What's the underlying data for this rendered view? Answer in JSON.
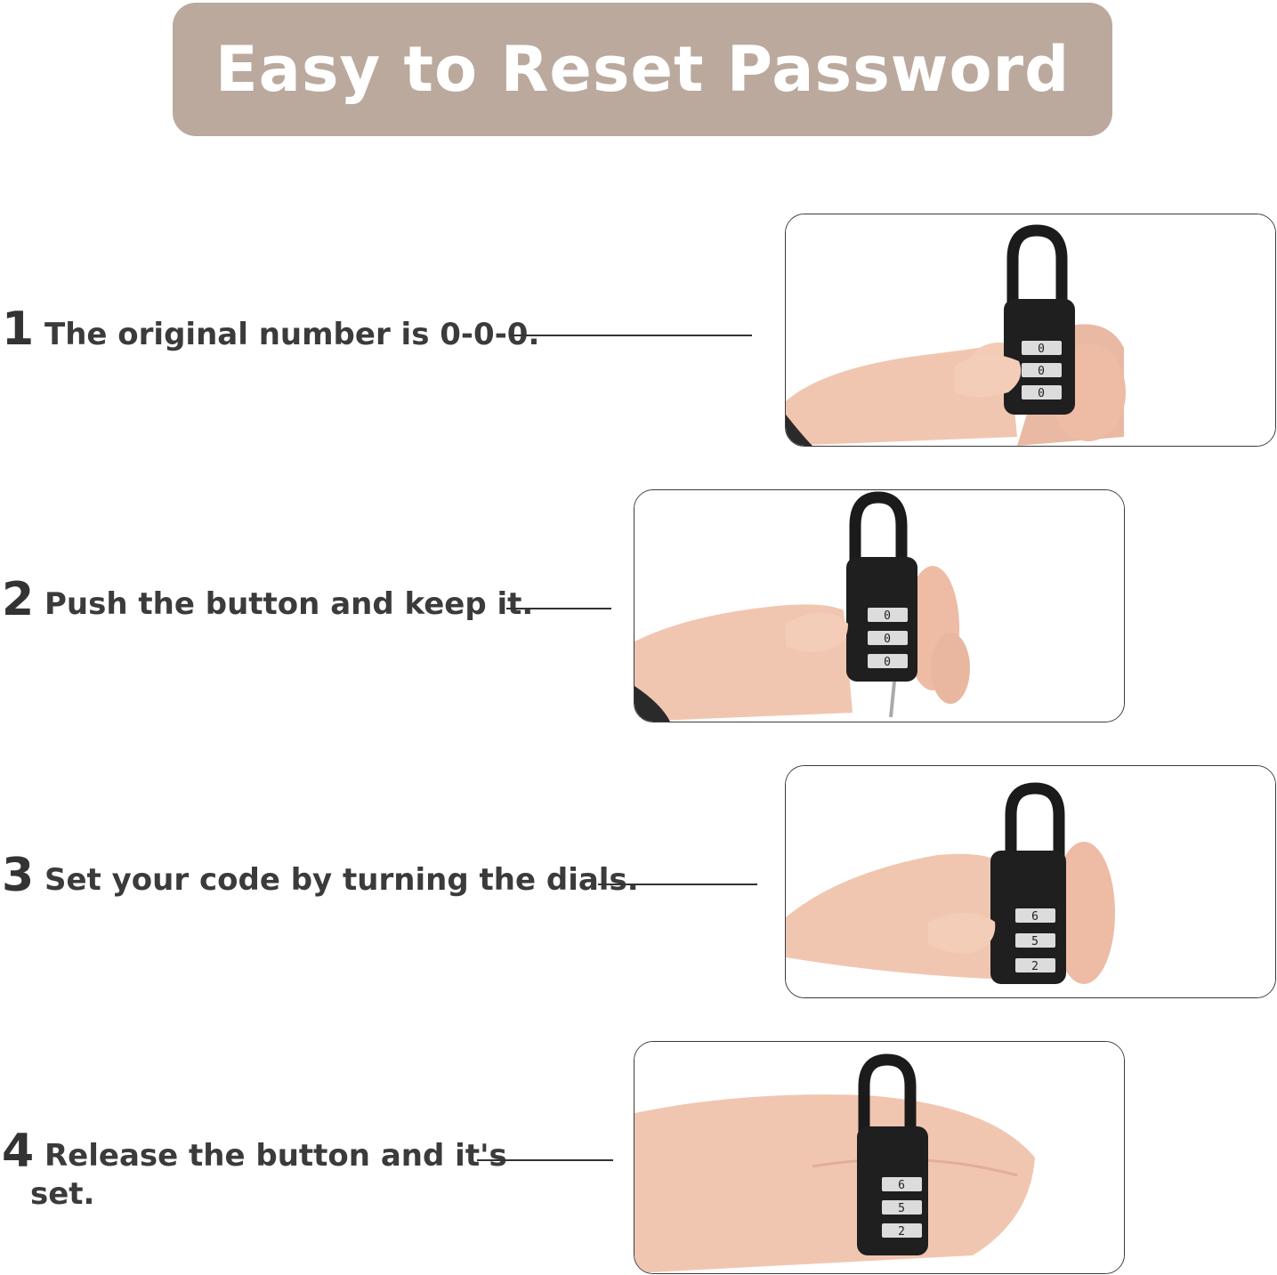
{
  "banner": {
    "title": "Easy to Reset Password",
    "color": "#bba99d"
  },
  "steps": [
    {
      "number": "1",
      "text": "The original number is 0-0-0.",
      "image": "hand-holding-combination-padlock",
      "dials": [
        "0",
        "0",
        "0"
      ]
    },
    {
      "number": "2",
      "text": "Push the button and keep it.",
      "image": "hand-pressing-padlock-reset-button",
      "dials": [
        "0",
        "0",
        "0"
      ]
    },
    {
      "number": "3",
      "text": "Set your code by turning the dials.",
      "image": "hand-turning-padlock-dials",
      "dials": [
        "6",
        "5",
        "2"
      ]
    },
    {
      "number": "4",
      "text_line1": "Release the button and it's",
      "text_line2": "set.",
      "image": "hand-holding-set-padlock",
      "dials": [
        "6",
        "5",
        "2"
      ]
    }
  ]
}
